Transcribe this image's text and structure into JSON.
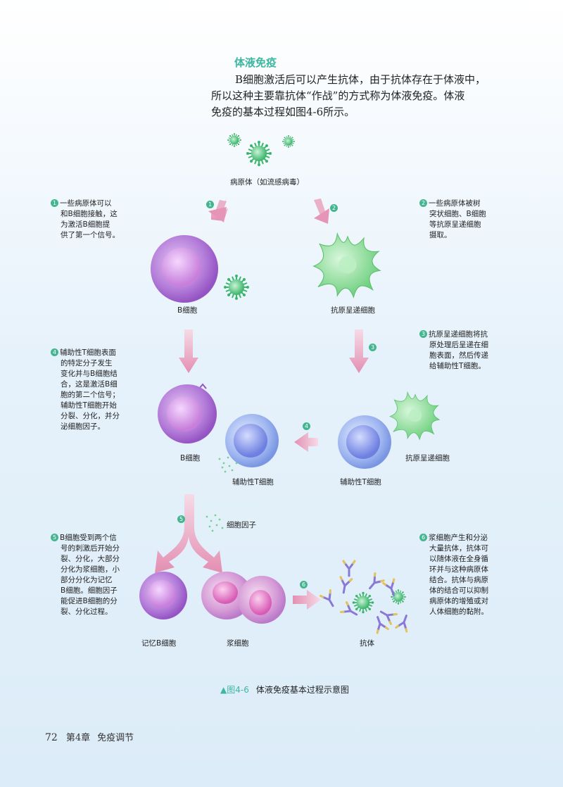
{
  "section_title": "体液免疫",
  "intro": {
    "line1": "B细胞激活后可以产生抗体，由于抗体存在于体液中，",
    "line2": "所以这种主要靠抗体“作战”的方式称为体液免疫。体液",
    "line3": "免疫的基本过程如图4-6所示。"
  },
  "labels": {
    "pathogen": "病原体（如流感病毒）",
    "b_cell_1": "B细胞",
    "apc_1": "抗原呈递细胞",
    "b_cell_2": "B细胞",
    "helper_t_1": "辅助性T细胞",
    "helper_t_2": "辅助性T细胞",
    "apc_2": "抗原呈递细胞",
    "cytokine": "细胞因子",
    "memory_b": "记忆B细胞",
    "plasma": "浆细胞",
    "antibody": "抗体"
  },
  "steps": [
    "1",
    "2",
    "3",
    "4",
    "5",
    "6"
  ],
  "notes": {
    "n1": [
      "一些病原体可以",
      "和B细胞接触，这",
      "为激活B细胞提",
      "供了第一个信号。"
    ],
    "n2": [
      "一些病原体被树",
      "突状细胞、B细胞",
      "等抗原呈递细胞",
      "摄取。"
    ],
    "n3": [
      "抗原呈递细胞将抗",
      "原处理后呈递在细",
      "胞表面，然后传递",
      "给辅助性T细胞。"
    ],
    "n4": [
      "辅助性T细胞表面",
      "的特定分子发生",
      "变化并与B细胞结",
      "合，这是激活B细",
      "胞的第二个信号；",
      "辅助性T细胞开始",
      "分裂、分化，并分",
      "泌细胞因子。"
    ],
    "n5": [
      "B细胞受到两个信",
      "号的刺激后开始分",
      "裂、分化，大部分",
      "分化为浆细胞，小",
      "部分分化为记忆",
      "B细胞。细胞因子",
      "能促进B细胞的分",
      "裂、分化过程。"
    ],
    "n6": [
      "浆细胞产生和分泌",
      "大量抗体，抗体可",
      "以随体液在全身循",
      "环并与这种病原体",
      "结合。抗体与病原",
      "体的结合可以抑制",
      "病原体的增殖或对",
      "人体细胞的黏附。"
    ]
  },
  "caption": {
    "figure": "▲图4-6",
    "text": "体液免疫基本过程示意图"
  },
  "footer": {
    "page": "72",
    "chapter": "第4章",
    "title": "免疫调节"
  },
  "colors": {
    "accent": "#3cb7a0",
    "step_circle": "#45b58f",
    "b_cell": "#b57ad8",
    "t_cell": "#7e9ce6",
    "apc": "#7fd889",
    "virus": "#4fc27c",
    "plasma": "#e078c4",
    "arrow": "#e9a3bd",
    "antibody": "#8a78d6"
  }
}
